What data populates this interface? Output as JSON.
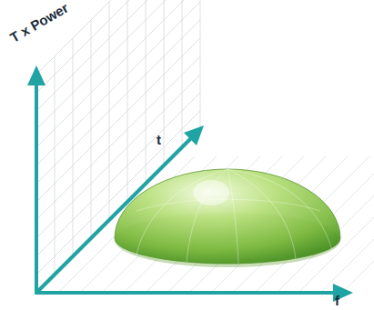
{
  "diagram": {
    "labels": [
      "T x Power",
      "t",
      "f"
    ]
  }
}
